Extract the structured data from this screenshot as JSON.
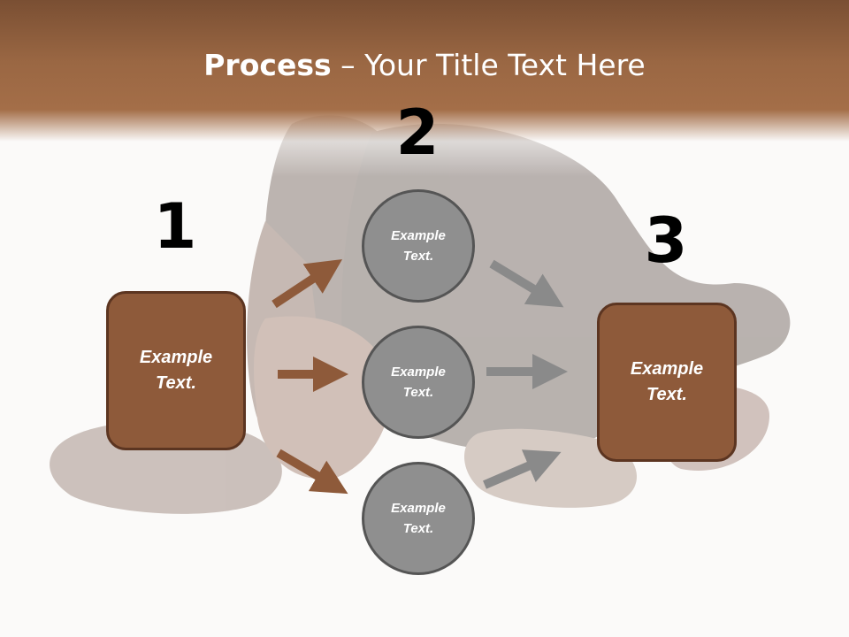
{
  "title": {
    "bold": "Process",
    "rest": " – Your Title Text Here"
  },
  "steps": {
    "one": "1",
    "two": "2",
    "three": "3"
  },
  "box_left": "Example Text.",
  "box_right": "Example Text.",
  "circles": [
    "Example Text.",
    "Example Text.",
    "Example Text."
  ],
  "colors": {
    "header": "#9a6743",
    "box_fill": "#8e5a3a",
    "box_border": "#5c3521",
    "circle_fill": "#8f8f8f",
    "brown_arrow": "#8e5a3a",
    "gray_arrow": "#8a8a8a"
  }
}
